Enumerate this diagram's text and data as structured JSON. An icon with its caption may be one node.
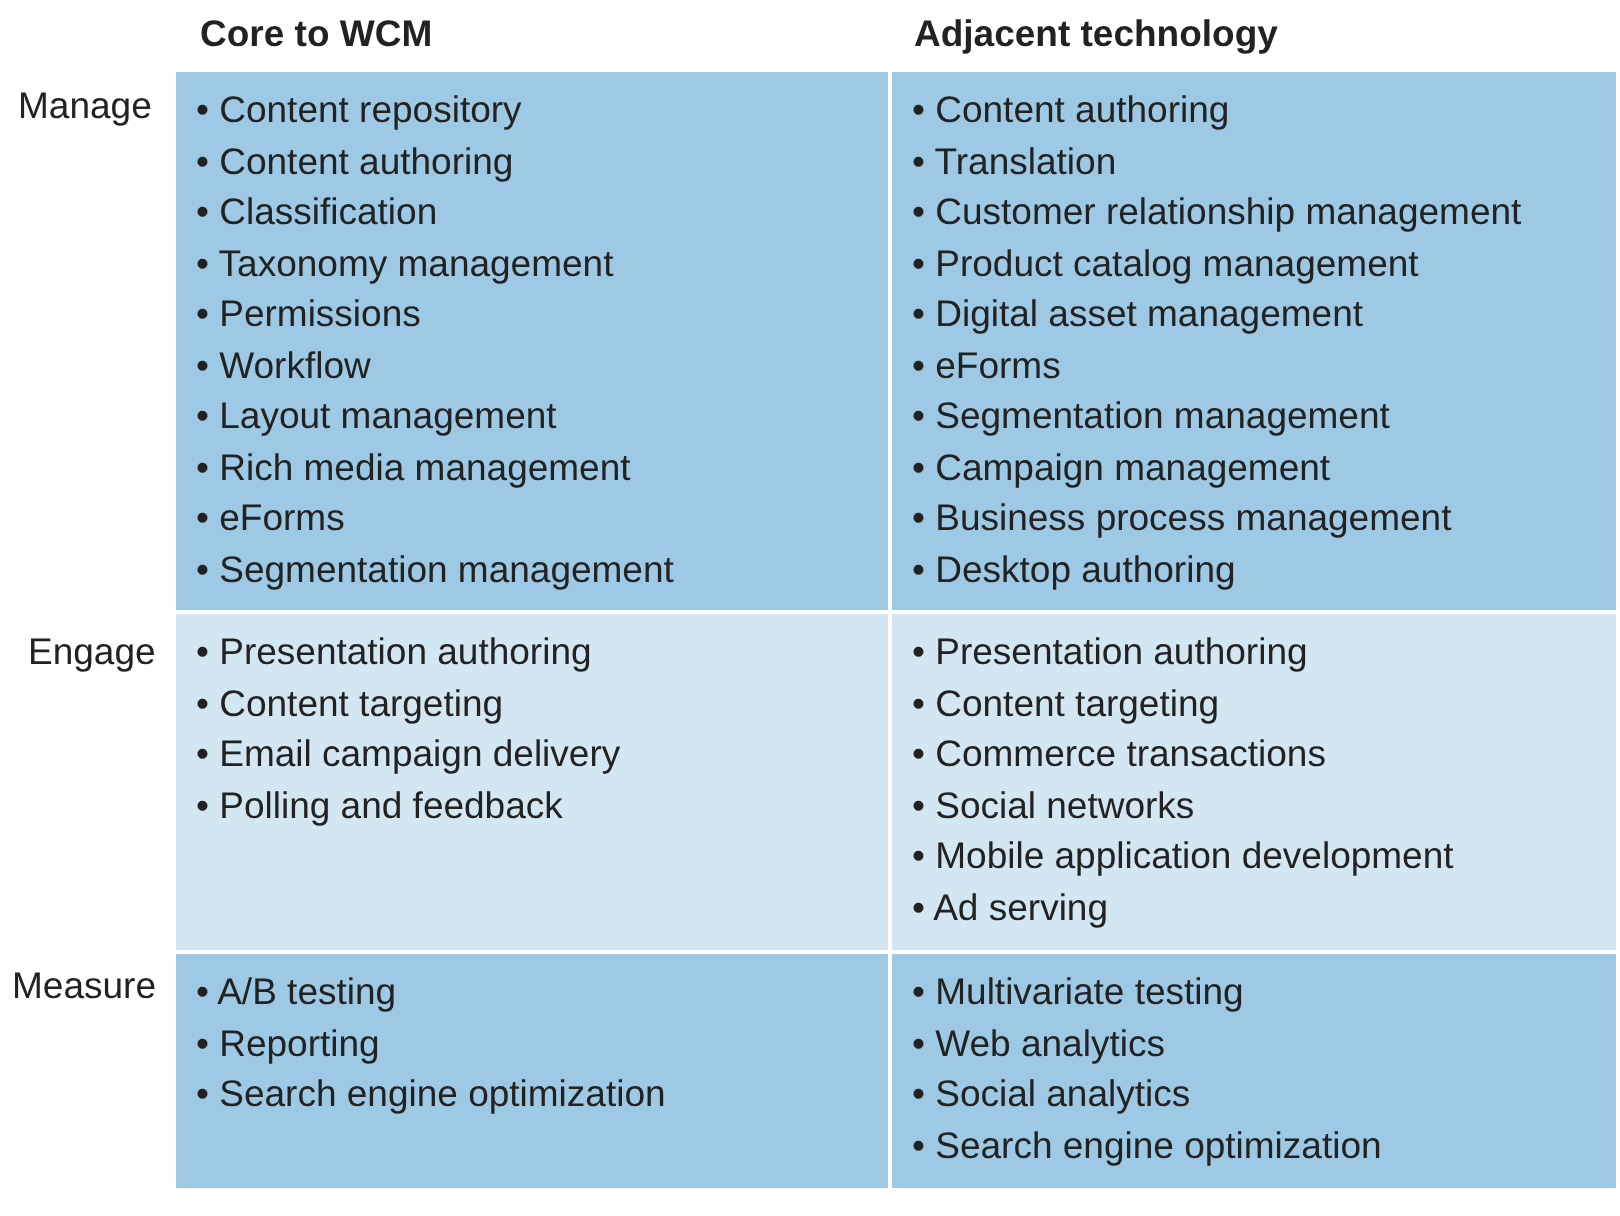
{
  "diagram": {
    "nodes": [
      {
        "text": [
          "• Content repository",
          "• Content authoring",
          "• Classification",
          "• Taxonomy management",
          "• Permissions",
          "• Workflow",
          "• Layout management",
          "• Rich media management",
          "• eForms",
          "• Segmentation management"
        ]
      },
      {
        "text": [
          "• Content authoring",
          "• Translation",
          "• Customer relationship management",
          "• Product catalog management",
          "• Digital asset management",
          "• eForms",
          "• Segmentation management",
          "• Campaign management",
          "• Business process management",
          "• Desktop authoring"
        ]
      },
      {
        "text": [
          "• Presentation authoring",
          "• Content targeting",
          "• Email campaign delivery",
          "• Polling and feedback"
        ]
      },
      {
        "text": [
          "• Presentation authoring",
          "• Content targeting",
          "• Commerce transactions",
          "• Social networks",
          "• Mobile application development",
          "• Ad serving"
        ]
      },
      {
        "text": [
          "• A/B testing",
          "• Reporting",
          "• Search engine optimization"
        ]
      },
      {
        "text": [
          "• Multivariate testing",
          "• Web analytics",
          "• Social analytics",
          "• Search engine optimization"
        ]
      }
    ],
    "labels": [
      "Core to WCM",
      "Adjacent technology",
      "Manage",
      "Engage",
      "Measure"
    ]
  }
}
